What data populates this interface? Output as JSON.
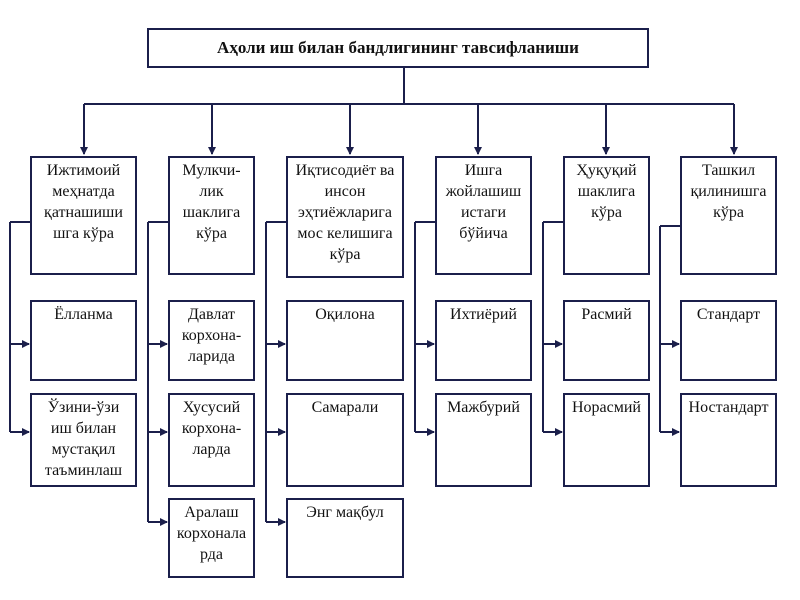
{
  "title": "Аҳоли иш билан бандлигининг тавсифланиши",
  "colors": {
    "line": "#1b1f4b",
    "box_border": "#1b1f4b"
  },
  "categories": [
    {
      "label": "Ижтимоий\nмеҳнатда\nқатнашиши\nшга кўра",
      "items": [
        "Ёлланма",
        "Ўзини-ўзи\nиш билан\nмустақил\nтаъминлаш"
      ]
    },
    {
      "label": "Мулкчи-\nлик\nшаклига\nкўра",
      "items": [
        "Давлат\nкорхона-\nларида",
        "Хусусий\nкорхона-\nларда",
        "Аралаш\nкорхонала\nрда"
      ]
    },
    {
      "label": "Иқтисодиёт ва\nинсон\nэҳтиёжларига\nмос келишига\nкўра",
      "items": [
        "Оқилона",
        "Самарали",
        "Энг мақбул"
      ]
    },
    {
      "label": "Ишга\nжойлашиш\nистаги\nбўйича",
      "items": [
        "Ихтиёрий",
        "Мажбурий"
      ]
    },
    {
      "label": "Ҳуқуқий\nшаклига\nкўра",
      "items": [
        "Расмий",
        "Норасмий"
      ]
    },
    {
      "label": "Ташкил\nқилинишга\nкўра",
      "items": [
        "Стандарт",
        "Ностандарт"
      ]
    }
  ]
}
